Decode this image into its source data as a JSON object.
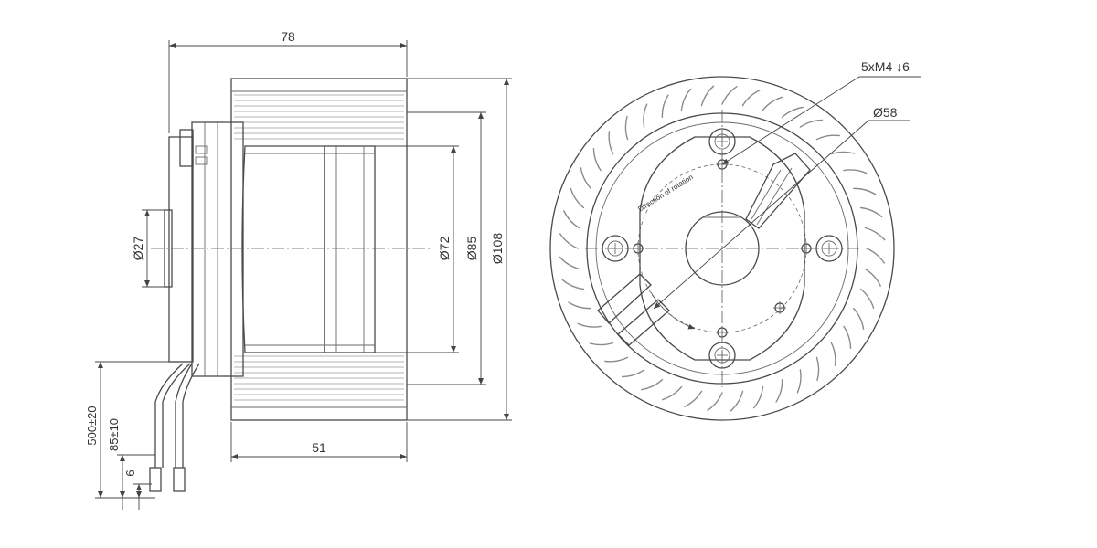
{
  "side_view": {
    "dim_overall_length": "78",
    "dim_impeller_length": "51",
    "dim_hub_diameter": "Ø27",
    "dim_motor_diameter": "Ø72",
    "dim_inner_diameter": "Ø85",
    "dim_outer_diameter": "Ø108",
    "dim_lead_length": "500±20",
    "dim_lead_strip": "85±10",
    "dim_wire_strip": "6"
  },
  "front_view": {
    "callout_holes": "5xM4 ↓6",
    "callout_bolt_circle": "Ø58",
    "label_text": "Direction of rotation"
  },
  "colors": {
    "line": "#4a4a4a",
    "blade": "#8a8a8a"
  }
}
